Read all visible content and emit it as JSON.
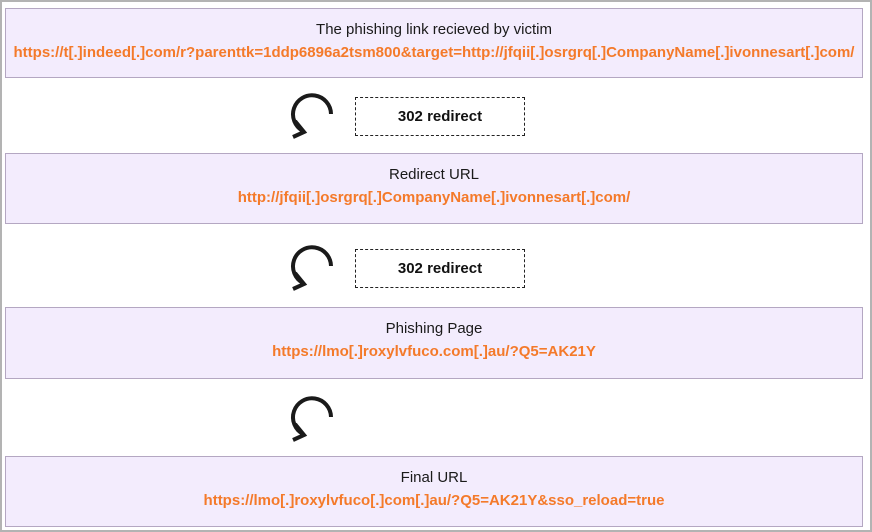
{
  "colors": {
    "box_fill": "#f3ecfd",
    "box_border": "#b4a7c2",
    "url_text": "#f47a2a",
    "title_text": "#1a1a1a",
    "frame_border": "#b3b3b3"
  },
  "steps": [
    {
      "title": "The phishing link recieved by victim",
      "url": "https://t[.]indeed[.]com/r?parenttk=1ddp6896a2tsm800&target=http://jfqii[.]osrgrq[.]CompanyName[.]ivonnesart[.]com/"
    },
    {
      "title": "Redirect URL",
      "url": "http://jfqii[.]osrgrq[.]CompanyName[.]ivonnesart[.]com/"
    },
    {
      "title": "Phishing Page",
      "url": "https://lmo[.]roxylvfuco.com[.]au/?Q5=AK21Y"
    },
    {
      "title": "Final URL",
      "url": "https://lmo[.]roxylvfuco[.]com[.]au/?Q5=AK21Y&sso_reload=true"
    }
  ],
  "transitions": [
    {
      "icon": "redirect-arrow-icon",
      "label": "302 redirect"
    },
    {
      "icon": "redirect-arrow-icon",
      "label": "302 redirect"
    },
    {
      "icon": "redirect-arrow-icon",
      "label": ""
    }
  ]
}
